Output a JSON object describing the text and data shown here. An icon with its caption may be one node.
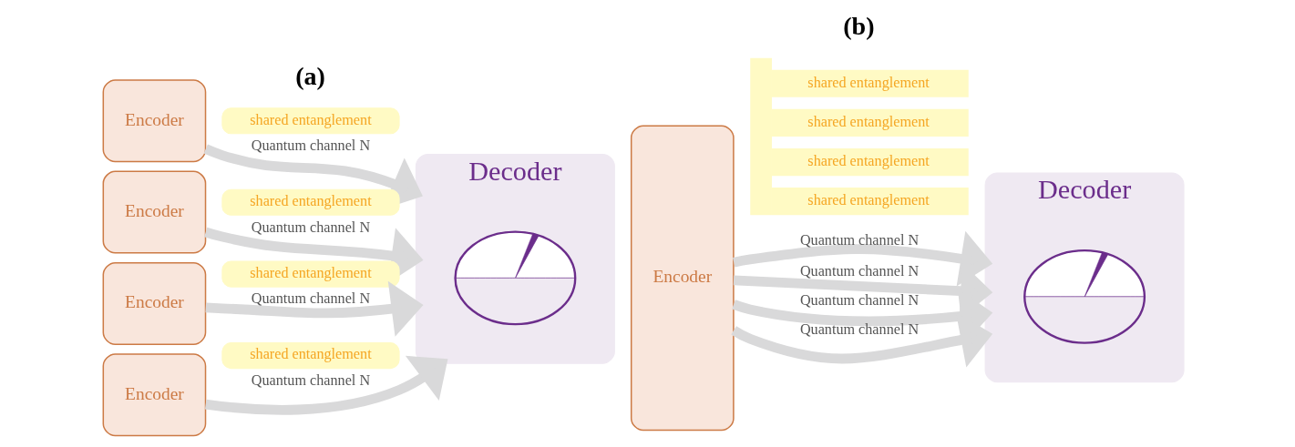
{
  "diagram": {
    "nodes": [
      {
        "text": [
          "Encoder"
        ]
      },
      {
        "text": [
          "Encoder"
        ]
      },
      {
        "text": [
          "Encoder"
        ]
      },
      {
        "text": [
          "Encoder"
        ]
      },
      {
        "text": [
          "shared entanglement"
        ]
      },
      {
        "text": [
          "shared entanglement"
        ]
      },
      {
        "text": [
          "shared entanglement"
        ]
      },
      {
        "text": [
          "shared entanglement"
        ]
      },
      {
        "text": [
          "Decoder"
        ]
      },
      {
        "text": [],
        "shape": "picture",
        "in": 8
      },
      {
        "text": [
          "Encoder"
        ]
      },
      {
        "text": [
          "shared entanglement",
          "shared entanglement",
          "shared entanglement",
          "shared entanglement"
        ]
      },
      {
        "text": [
          "Decoder"
        ]
      },
      {
        "text": [],
        "shape": "picture",
        "in": 12
      }
    ],
    "edges": [
      {
        "from": 0,
        "to": 8,
        "arrow": "to",
        "label": "Quantum channel N"
      },
      {
        "from": 1,
        "to": 8,
        "arrow": "to",
        "label": "Quantum channel N"
      },
      {
        "from": 2,
        "to": 8,
        "arrow": "to",
        "label": "Quantum channel N"
      },
      {
        "from": 3,
        "to": 8,
        "arrow": "to",
        "label": "Quantum channel N"
      },
      {
        "from": 10,
        "to": 12,
        "arrow": "to",
        "label": "Quantum channel N"
      },
      {
        "from": 10,
        "to": 12,
        "arrow": "to",
        "label": "Quantum channel N"
      },
      {
        "from": 10,
        "to": 12,
        "arrow": "to",
        "label": "Quantum channel N"
      },
      {
        "from": 10,
        "to": 12,
        "arrow": "to",
        "label": "Quantum channel N"
      }
    ],
    "labels": [
      "(a)",
      "(b)"
    ]
  }
}
